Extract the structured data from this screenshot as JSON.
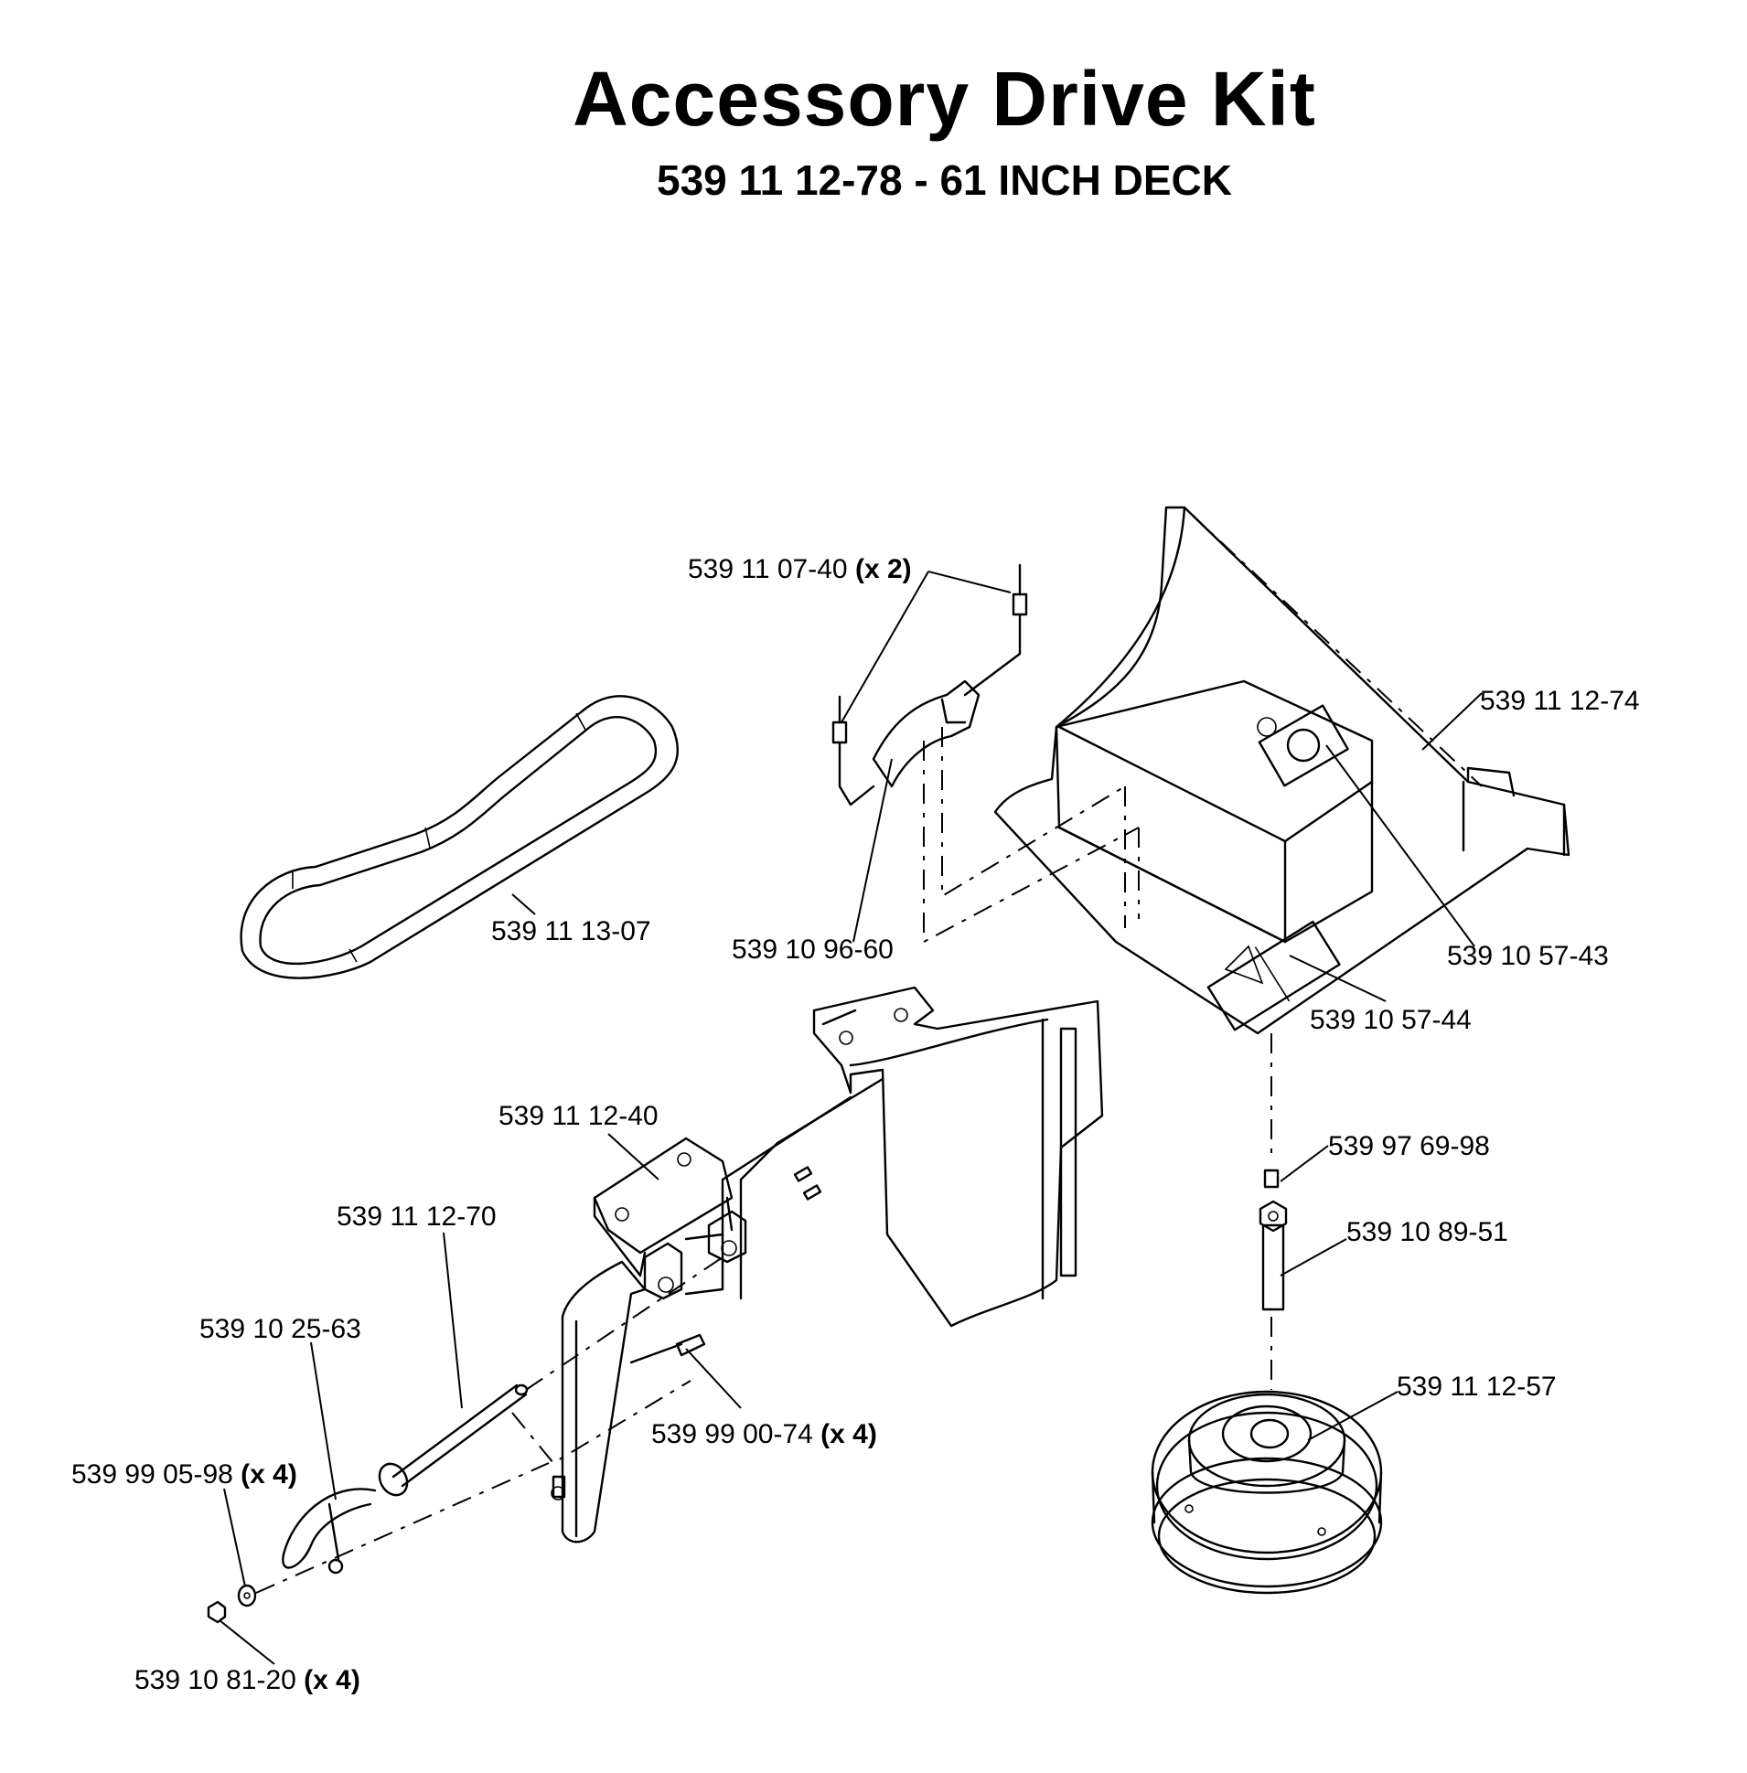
{
  "title": "Accessory Drive Kit",
  "subtitle": "539 11 12-78 - 61 INCH DECK",
  "callouts": [
    {
      "part": "539 11 07-40",
      "qty": "(x 2)"
    },
    {
      "part": "539 11 12-74",
      "qty": ""
    },
    {
      "part": "539 11 13-07",
      "qty": ""
    },
    {
      "part": "539 10 96-60",
      "qty": ""
    },
    {
      "part": "539 10 57-43",
      "qty": ""
    },
    {
      "part": "539 10 57-44",
      "qty": ""
    },
    {
      "part": "539 11 12-40",
      "qty": ""
    },
    {
      "part": "539 97 69-98",
      "qty": ""
    },
    {
      "part": "539 11 12-70",
      "qty": ""
    },
    {
      "part": "539 10 89-51",
      "qty": ""
    },
    {
      "part": "539 10 25-63",
      "qty": ""
    },
    {
      "part": "539 11 12-57",
      "qty": ""
    },
    {
      "part": "539 99 00-74",
      "qty": "(x 4)"
    },
    {
      "part": "539 99 05-98",
      "qty": "(x 4)"
    },
    {
      "part": "539 10 81-20",
      "qty": "(x 4)"
    }
  ]
}
